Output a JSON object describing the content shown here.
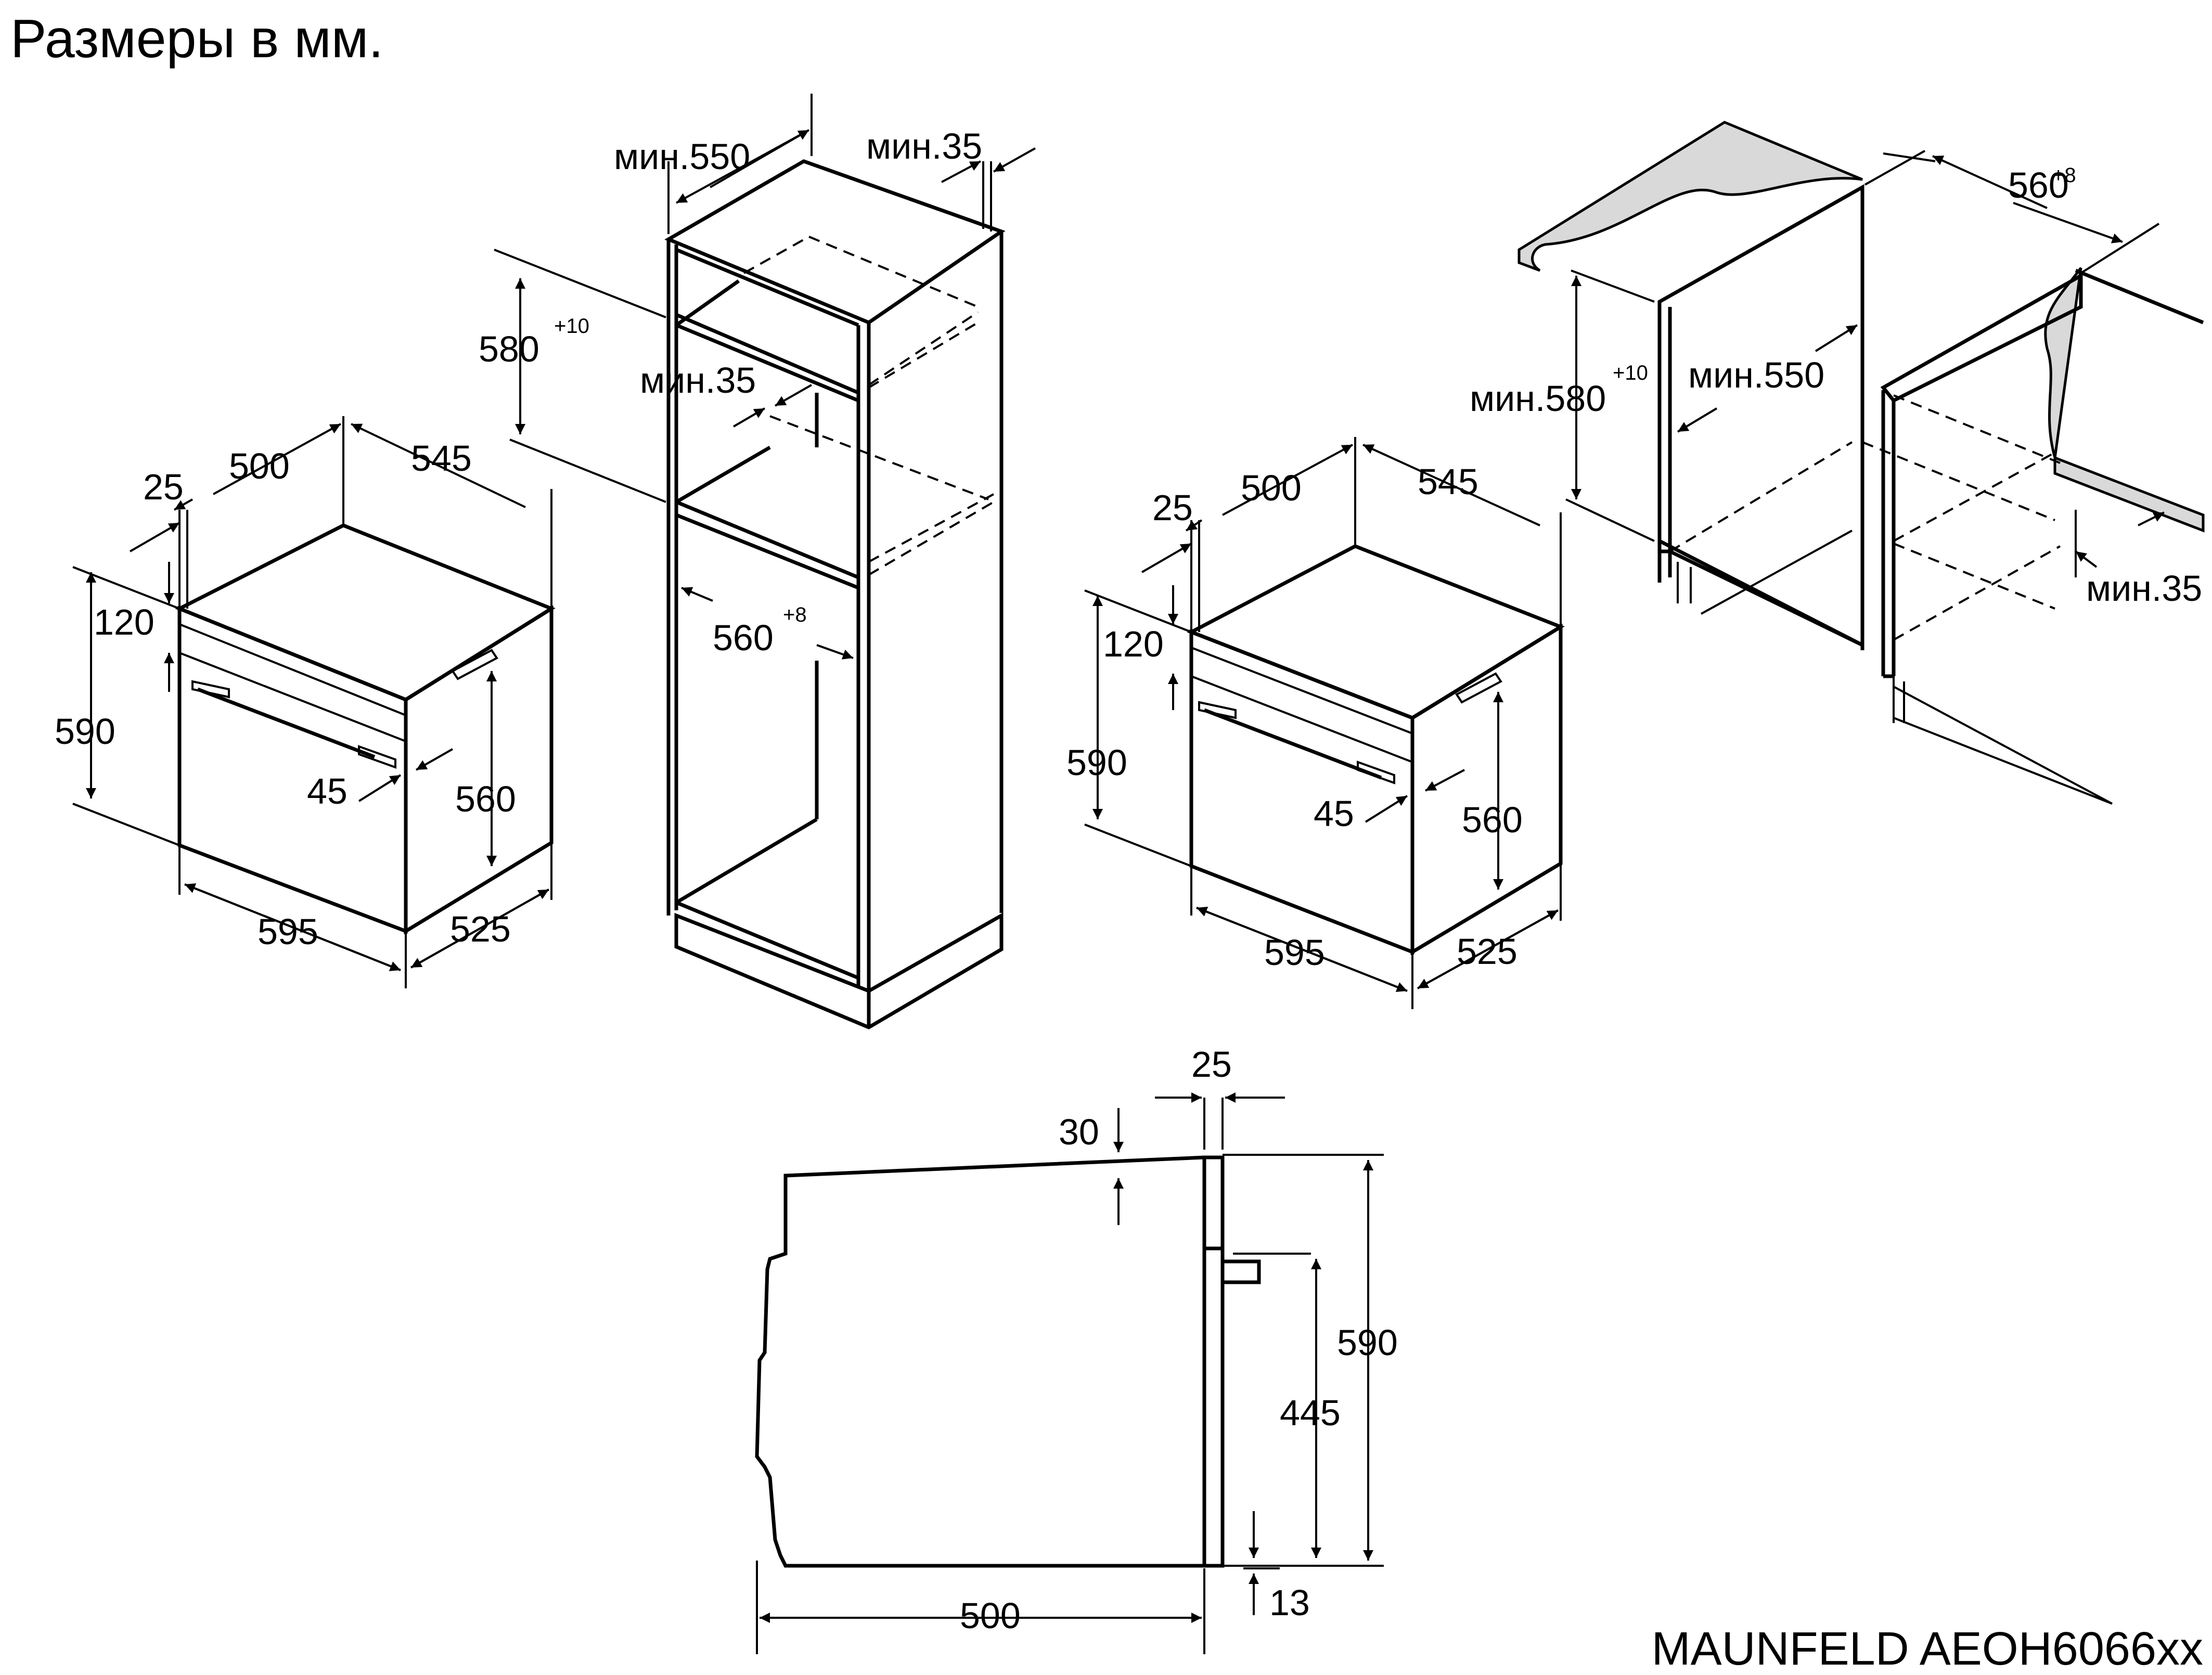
{
  "title": "Размеры в мм.",
  "model": "MAUNFELD AEOH6066xx",
  "oven_left": {
    "d500": "500",
    "d545": "545",
    "d25": "25",
    "d120": "120",
    "d590": "590",
    "d45": "45",
    "d560": "560",
    "d595": "595",
    "d525": "525"
  },
  "cabinet_tall": {
    "min550": "мин.550",
    "min35_top": "мин.35",
    "h580": "580",
    "h580_tol": "+10",
    "min35_mid": "мин.35",
    "w560": "560",
    "w560_tol": "+8"
  },
  "oven_right": {
    "d500": "500",
    "d545": "545",
    "d25": "25",
    "d120": "120",
    "d590": "590",
    "d45": "45",
    "d560": "560",
    "d595": "595",
    "d525": "525"
  },
  "cabinet_under": {
    "w560": "560",
    "w560_tol": "+8",
    "min580": "мин.580",
    "min580_tol": "+10",
    "min550": "мин.550",
    "min35": "мин.35"
  },
  "side_view": {
    "d25": "25",
    "d30": "30",
    "d590": "590",
    "d445": "445",
    "d500": "500",
    "d13": "13"
  }
}
